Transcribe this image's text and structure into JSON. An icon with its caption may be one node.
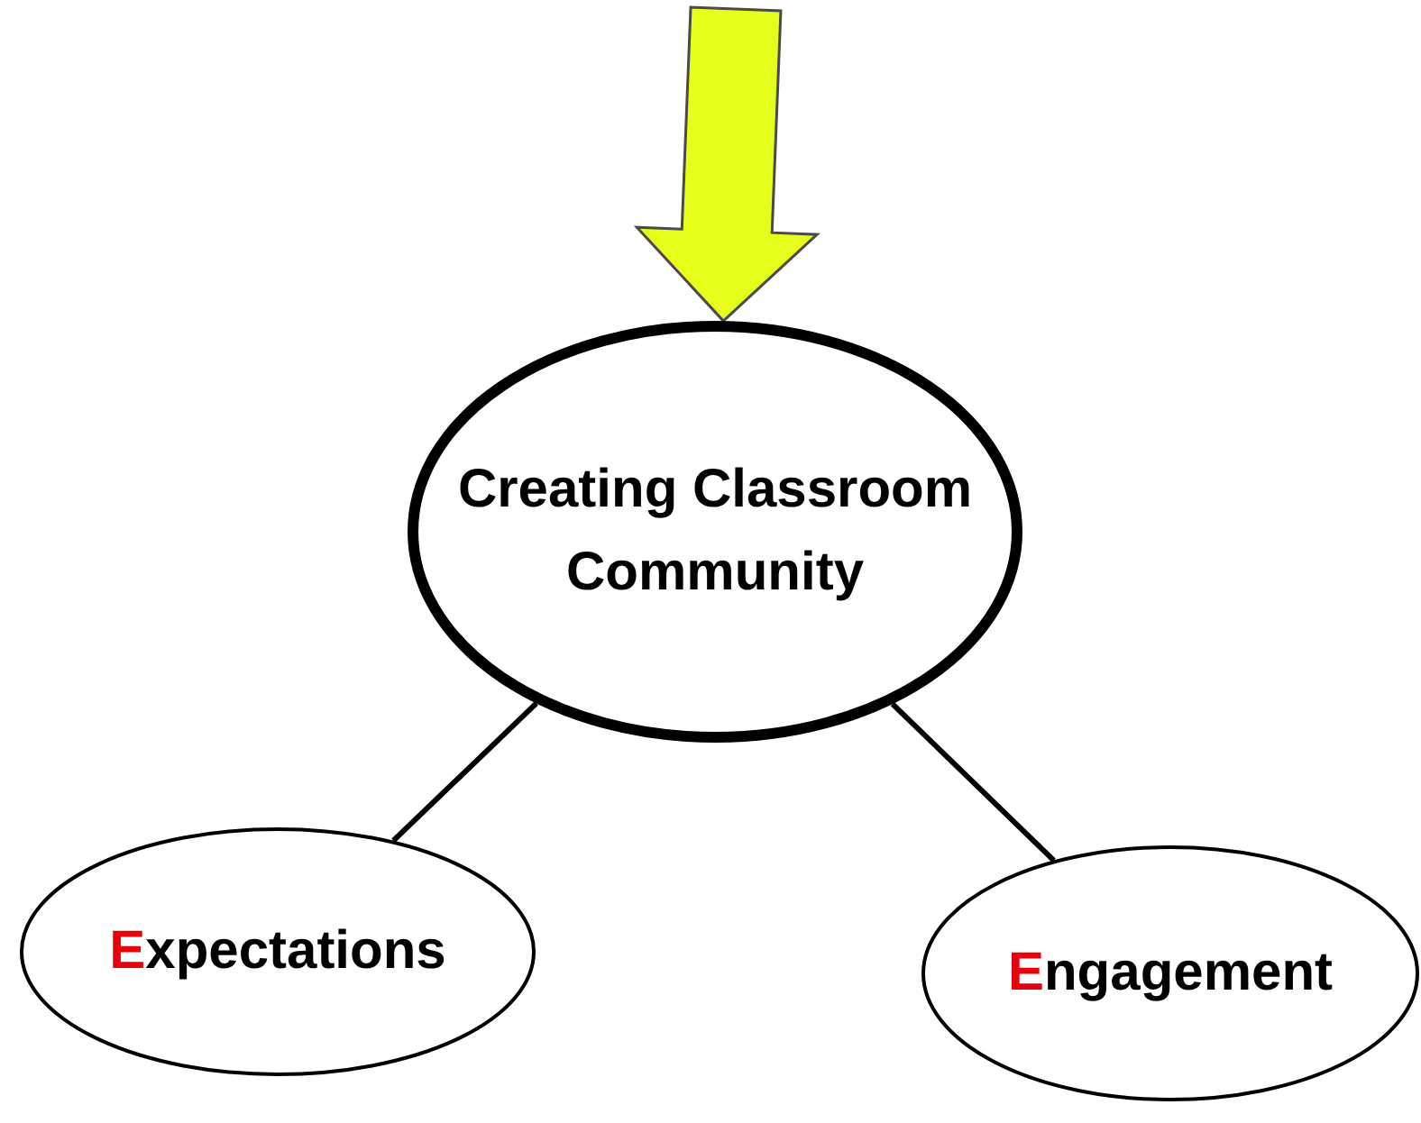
{
  "diagram": {
    "nodes": [
      {
        "text": [
          "Creating Classroom Community"
        ]
      },
      {
        "text": [
          "Expectations"
        ]
      },
      {
        "text": [
          "Engagement"
        ]
      }
    ],
    "edges": [
      {
        "from": null,
        "to": 0,
        "arrow": "to",
        "style": "thick",
        "color": "#e6ff1a"
      },
      {
        "from": 0,
        "to": 1,
        "arrow": "none"
      },
      {
        "from": 0,
        "to": 2,
        "arrow": "none"
      }
    ]
  }
}
